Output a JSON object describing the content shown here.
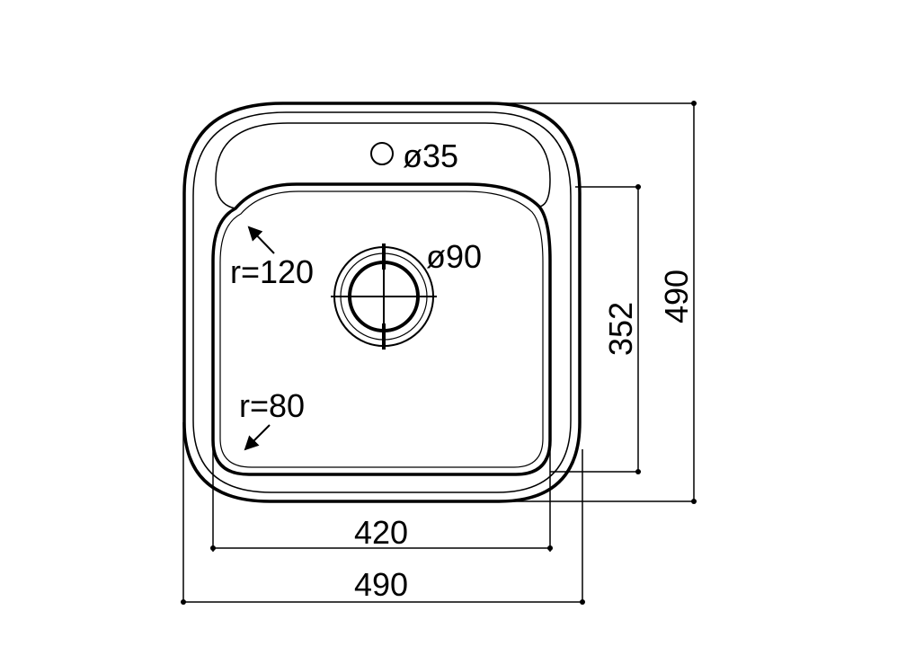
{
  "drawing": {
    "tap_hole_label": "ø35",
    "drain_label": "ø90",
    "corner_radius_top_label": "r=120",
    "corner_radius_bottom_label": "r=80",
    "bowl_width_label": "420",
    "overall_width_label": "490",
    "bowl_depth_label": "352",
    "overall_depth_label": "490"
  },
  "colors": {
    "line": "#000000",
    "background": "#ffffff"
  }
}
